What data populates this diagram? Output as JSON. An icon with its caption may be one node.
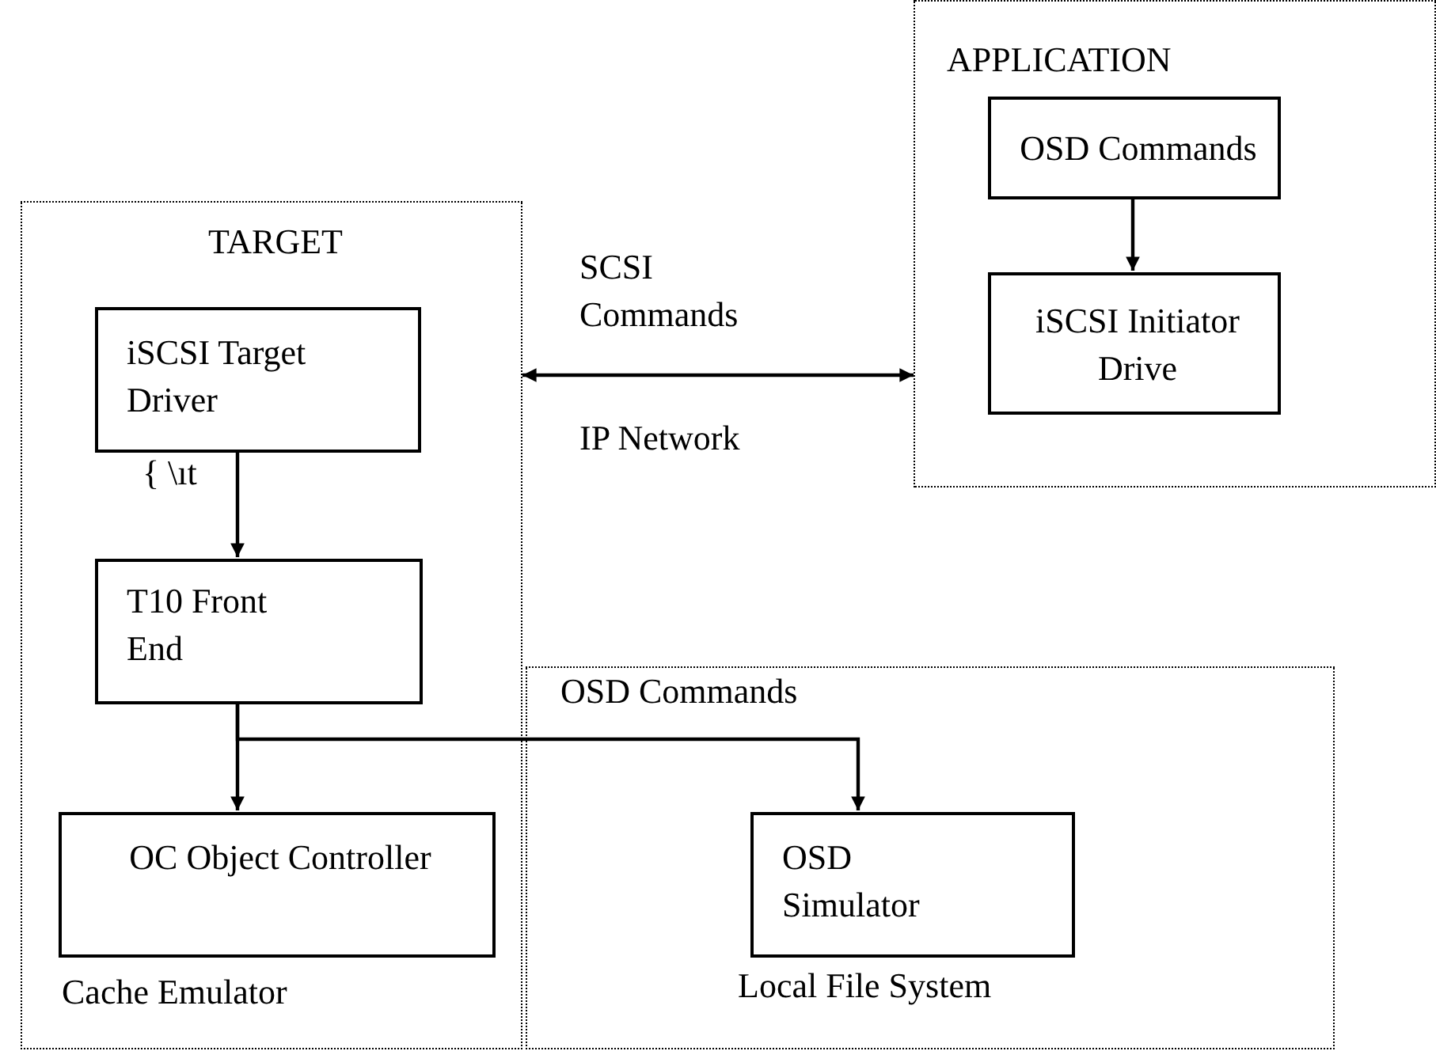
{
  "diagram": {
    "nodes": [
      {
        "text": [
          "TARGET",
          "Cache Emulator"
        ]
      },
      {
        "text": [
          "iSCSI Target Driver"
        ],
        "in": 0
      },
      {
        "text": [
          "T10 Front End"
        ],
        "in": 0
      },
      {
        "text": [
          "OC Object Controller"
        ],
        "in": 0
      },
      {
        "text": [
          "APPLICATION"
        ]
      },
      {
        "text": [
          "OSD Commands"
        ],
        "in": 4
      },
      {
        "text": [
          "iSCSI Initiator Drive"
        ],
        "in": 4
      },
      {
        "text": [
          "Local File System"
        ]
      },
      {
        "text": [
          "OSD Simulator"
        ],
        "in": 7
      }
    ],
    "edges": [
      {
        "from": 1,
        "to": 2,
        "arrow": "to"
      },
      {
        "from": 2,
        "to": 3,
        "arrow": "to"
      },
      {
        "from": 2,
        "to": 8,
        "arrow": "to",
        "label": "OSD Commands"
      },
      {
        "from": 5,
        "to": 6,
        "arrow": "to"
      },
      {
        "from": 0,
        "to": 4,
        "arrow": "both",
        "label": "SCSI Commands"
      }
    ],
    "labels": [
      "{ \\ıt",
      "IP Network"
    ]
  }
}
